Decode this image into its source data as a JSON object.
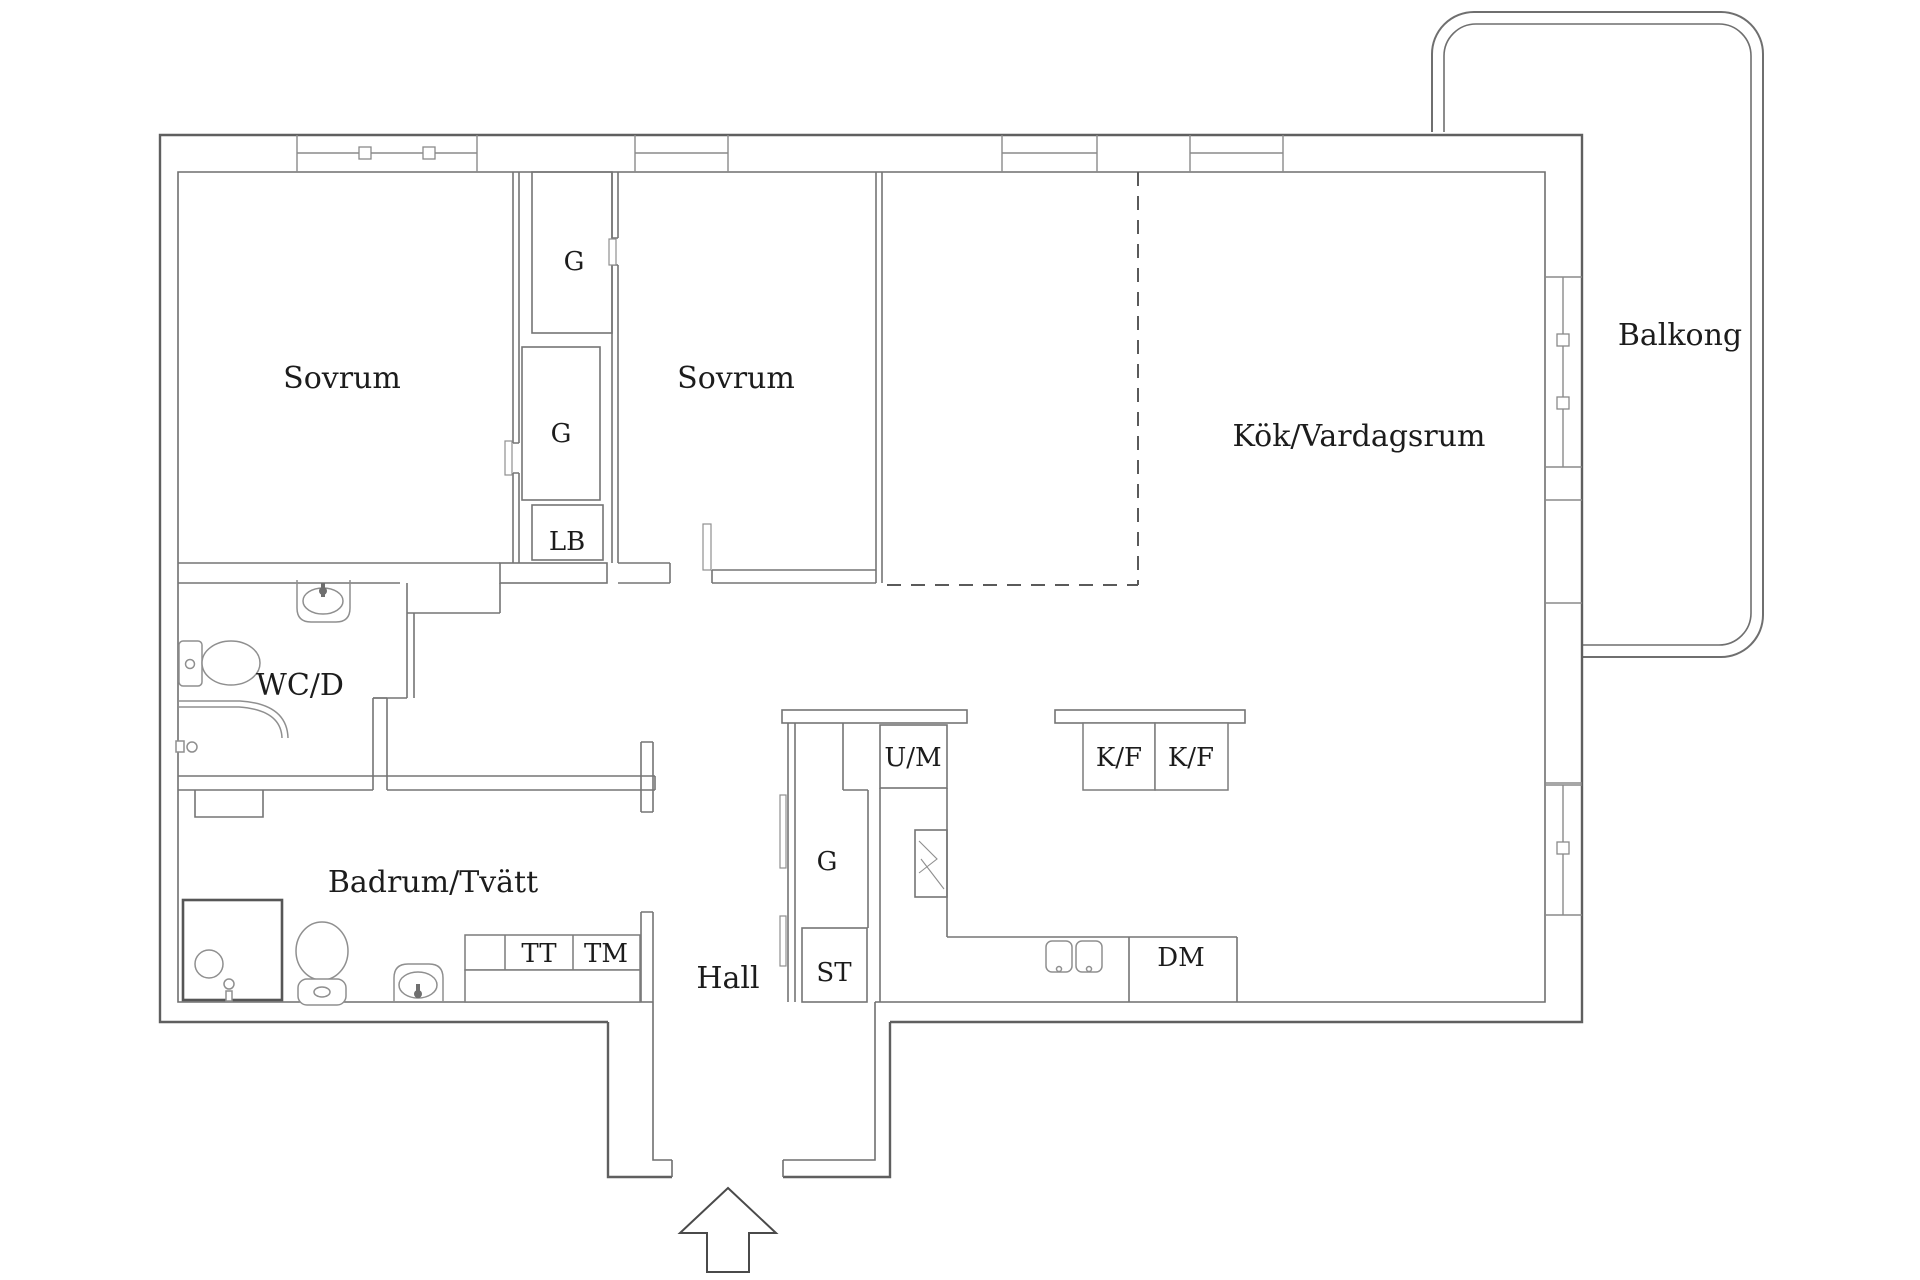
{
  "rooms": {
    "bedroom_1": {
      "label": "Sovrum"
    },
    "bedroom_2": {
      "label": "Sovrum"
    },
    "kitchen_living": {
      "label": "Kök/Vardagsrum"
    },
    "balcony": {
      "label": "Balkong"
    },
    "wc_shower": {
      "label": "WC/D"
    },
    "bathroom_laundry": {
      "label": "Badrum/Tvätt"
    },
    "hall": {
      "label": "Hall"
    }
  },
  "storage": {
    "wardrobe_1": {
      "label": "G"
    },
    "wardrobe_2": {
      "label": "G"
    },
    "wardrobe_hall": {
      "label": "G"
    },
    "linen_cabinet": {
      "label": "LB"
    },
    "cleaning_closet": {
      "label": "ST"
    },
    "utility_cabinet": {
      "label": "U/M"
    }
  },
  "appliances": {
    "fridge_freezer_1": {
      "label": "K/F"
    },
    "fridge_freezer_2": {
      "label": "K/F"
    },
    "dishwasher": {
      "label": "DM"
    },
    "tumble_dryer": {
      "label": "TT"
    },
    "washing_machine": {
      "label": "TM"
    }
  },
  "colors": {
    "background": "#ffffff",
    "outer_wall": "#5f5f5f",
    "inner_wall": "#6f6f6f",
    "fixture": "#8f8f8f",
    "text": "#1c1c1c"
  }
}
